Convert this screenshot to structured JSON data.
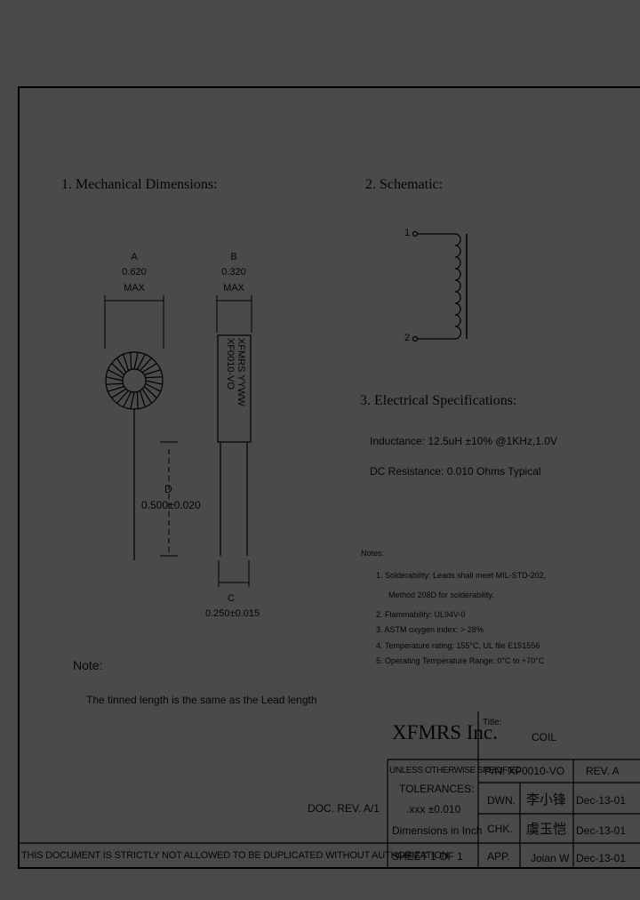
{
  "sections": {
    "mechanical": "1. Mechanical Dimensions:",
    "schematic": "2. Schematic:",
    "electrical": "3. Electrical   Specifications:"
  },
  "dims": {
    "a": {
      "letter": "A",
      "value": "0.620",
      "max": "MAX"
    },
    "b": {
      "letter": "B",
      "value": "0.320",
      "max": "MAX"
    },
    "c": {
      "letter": "C",
      "value": "0.250±0.015"
    },
    "d": {
      "letter": "D",
      "value": "0.500±0.020"
    }
  },
  "part_marking": {
    "line1": "XFMRS YYWW",
    "line2": "XF0010-VO"
  },
  "schematic_pins": {
    "pin1": "1",
    "pin2": "2"
  },
  "electrical": {
    "inductance": "Inductance: 12.5uH ±10% @1KHz,1.0V",
    "dcr": "DC Resistance: 0.010 Ohms Typical"
  },
  "notes": {
    "title": "Notes:",
    "items": [
      "1. Solderability: Leads shall meet MIL-STD-202,",
      "Method 208D for solderability.",
      "2. Flammability: UL94V-0",
      "3. ASTM oxygen index: > 28%",
      "4. Temperature rating: 155°C, UL file E151556",
      "5. Operating Temperature Range: 0°C to +70°C"
    ]
  },
  "note_left": {
    "title": "Note:",
    "text": "The tinned length is the same as the Lead length"
  },
  "title_block": {
    "company": "XFMRS Inc.",
    "title_label": "Title:",
    "title_value": "COIL",
    "unless": "UNLESS OTHERWISE SPECIFIED",
    "pn": "P/N: XF0010-VO",
    "rev": "REV. A",
    "tolerances": "TOLERANCES:",
    "xxx": ".xxx ±0.010",
    "dimensions": "Dimensions in Inch",
    "doc_rev": "DOC. REV. A/1",
    "dwn_label": "DWN.",
    "dwn_name": "李小锋",
    "dwn_date": "Dec-13-01",
    "chk_label": "CHK.",
    "chk_name": "虞玉恺",
    "chk_date": "Dec-13-01",
    "app_label": "APP.",
    "app_name": "Joian W",
    "app_date": "Dec-13-01",
    "sheet": "SHEET  1  OF  1",
    "warning": "THIS DOCUMENT IS STRICTLY NOT ALLOWED TO BE DUPLICATED WITHOUT AUTHORIZATION"
  }
}
